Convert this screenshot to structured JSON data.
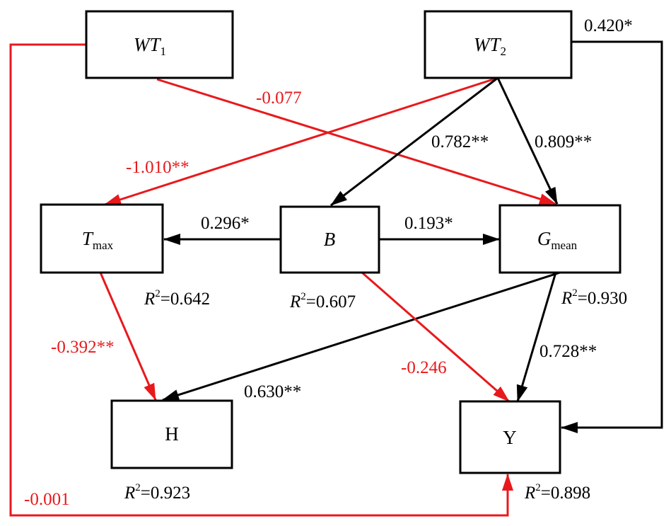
{
  "colors": {
    "negative": "#e8191c",
    "positive": "#000000",
    "box_border": "#000000",
    "background": "#ffffff"
  },
  "nodes": {
    "wt1": {
      "main": "WT",
      "sub": "1",
      "italic": true
    },
    "wt2": {
      "main": "WT",
      "sub": "2",
      "italic": true
    },
    "tmax": {
      "main": "T",
      "sub": "max",
      "italic": true
    },
    "b": {
      "main": "B",
      "sub": "",
      "italic": true
    },
    "gmean": {
      "main": "G",
      "sub": "mean",
      "italic": true
    },
    "h": {
      "main": "H",
      "sub": "",
      "italic": false
    },
    "y": {
      "main": "Y",
      "sub": "",
      "italic": false
    }
  },
  "paths": [
    {
      "id": "wt1-gmean",
      "from": "WT1",
      "to": "Gmean",
      "coef": "-0.077",
      "sign": "negative"
    },
    {
      "id": "wt2-tmax",
      "from": "WT2",
      "to": "Tmax",
      "coef": "-1.010**",
      "sign": "negative"
    },
    {
      "id": "wt2-b",
      "from": "WT2",
      "to": "B",
      "coef": "0.782**",
      "sign": "positive"
    },
    {
      "id": "wt2-gmean",
      "from": "WT2",
      "to": "Gmean",
      "coef": "0.809**",
      "sign": "positive"
    },
    {
      "id": "wt2-y",
      "from": "WT2",
      "to": "Y",
      "coef": "0.420*",
      "sign": "positive"
    },
    {
      "id": "b-tmax",
      "from": "B",
      "to": "Tmax",
      "coef": "0.296*",
      "sign": "positive"
    },
    {
      "id": "b-gmean",
      "from": "B",
      "to": "Gmean",
      "coef": "0.193*",
      "sign": "positive"
    },
    {
      "id": "tmax-h",
      "from": "Tmax",
      "to": "H",
      "coef": "-0.392**",
      "sign": "negative"
    },
    {
      "id": "gmean-h",
      "from": "Gmean",
      "to": "H",
      "coef": "0.630**",
      "sign": "positive"
    },
    {
      "id": "b-y",
      "from": "B",
      "to": "Y",
      "coef": "-0.246",
      "sign": "negative"
    },
    {
      "id": "gmean-y",
      "from": "Gmean",
      "to": "Y",
      "coef": "0.728**",
      "sign": "positive"
    },
    {
      "id": "wt1-y",
      "from": "WT1",
      "to": "Y",
      "coef": "-0.001",
      "sign": "negative"
    }
  ],
  "r2": {
    "tmax": {
      "label": "R",
      "exp": "2",
      "value": "=0.642"
    },
    "b": {
      "label": "R",
      "exp": "2",
      "value": "=0.607"
    },
    "gmean": {
      "label": "R",
      "exp": "2",
      "value": "=0.930"
    },
    "h": {
      "label": "R",
      "exp": "2",
      "value": "=0.923"
    },
    "y": {
      "label": "R",
      "exp": "2",
      "value": "=0.898"
    }
  }
}
